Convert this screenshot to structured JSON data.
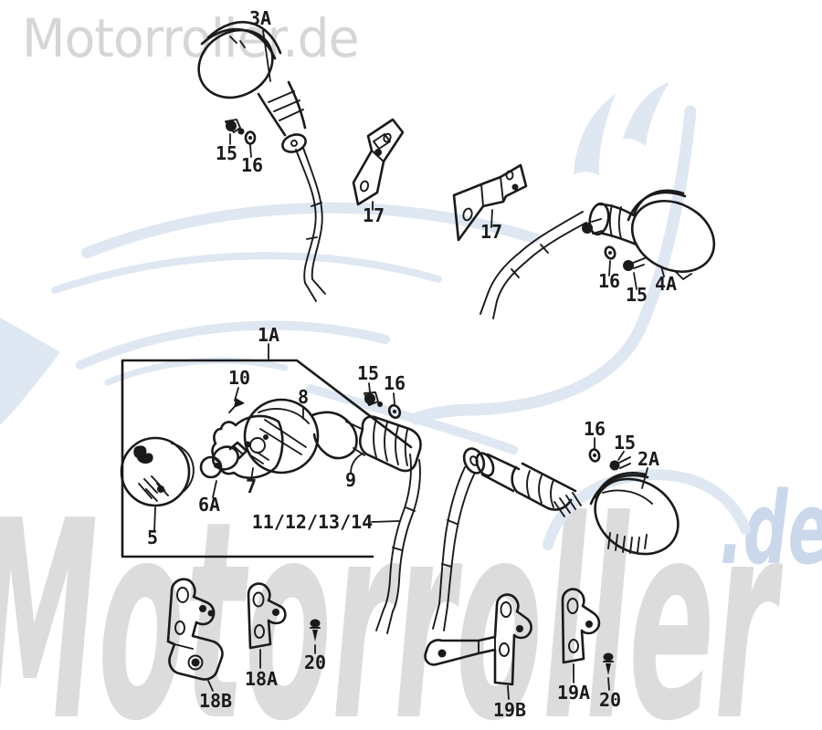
{
  "watermarks": {
    "top": "Motorroller.de",
    "bottom_main": "Motorroller",
    "bottom_suffix": ".de",
    "gray_hex": "#d9d9d9",
    "blue_text_hex": "#cbd8ec",
    "blue_sketch_hex": "#dfe7f2"
  },
  "diagram": {
    "ink_hex": "#1a1a1a",
    "parts": [
      {
        "label": "3A"
      },
      {
        "label": "15"
      },
      {
        "label": "16"
      },
      {
        "label": "17"
      },
      {
        "label": "17"
      },
      {
        "label": "16"
      },
      {
        "label": "15"
      },
      {
        "label": "4A"
      },
      {
        "label": "1A"
      },
      {
        "label": "10"
      },
      {
        "label": "8"
      },
      {
        "label": "15"
      },
      {
        "label": "16"
      },
      {
        "label": "5"
      },
      {
        "label": "6A"
      },
      {
        "label": "7"
      },
      {
        "label": "9"
      },
      {
        "label": "11/12/13/14"
      },
      {
        "label": "16"
      },
      {
        "label": "15"
      },
      {
        "label": "2A"
      },
      {
        "label": "18B"
      },
      {
        "label": "18A"
      },
      {
        "label": "20"
      },
      {
        "label": "19B"
      },
      {
        "label": "19A"
      },
      {
        "label": "20"
      }
    ]
  }
}
